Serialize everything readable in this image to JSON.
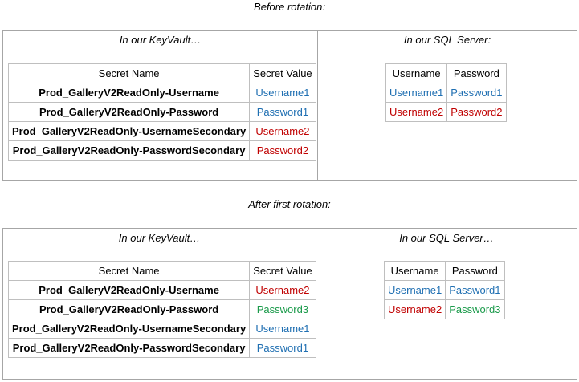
{
  "colors": {
    "blue": "#1f6fb2",
    "red": "#c00000",
    "green": "#1a9a4a"
  },
  "sections": [
    {
      "heading": "Before rotation:",
      "keyvault": {
        "caption": "In our KeyVault…",
        "headers": [
          "Secret Name",
          "Secret Value"
        ],
        "rows": [
          {
            "name": "Prod_GalleryV2ReadOnly-Username",
            "value": "Username1",
            "color": "blue"
          },
          {
            "name": "Prod_GalleryV2ReadOnly-Password",
            "value": "Password1",
            "color": "blue"
          },
          {
            "name": "Prod_GalleryV2ReadOnly-UsernameSecondary",
            "value": "Username2",
            "color": "red"
          },
          {
            "name": "Prod_GalleryV2ReadOnly-PasswordSecondary",
            "value": "Password2",
            "color": "red"
          }
        ]
      },
      "sql": {
        "caption": "In our SQL Server:",
        "headers": [
          "Username",
          "Password"
        ],
        "rows": [
          {
            "user": "Username1",
            "user_color": "blue",
            "pass": "Password1",
            "pass_color": "blue"
          },
          {
            "user": "Username2",
            "user_color": "red",
            "pass": "Password2",
            "pass_color": "red"
          }
        ]
      }
    },
    {
      "heading": "After first rotation:",
      "keyvault": {
        "caption": "In our KeyVault…",
        "headers": [
          "Secret Name",
          "Secret Value"
        ],
        "rows": [
          {
            "name": "Prod_GalleryV2ReadOnly-Username",
            "value": "Username2",
            "color": "red"
          },
          {
            "name": "Prod_GalleryV2ReadOnly-Password",
            "value": "Password3",
            "color": "green"
          },
          {
            "name": "Prod_GalleryV2ReadOnly-UsernameSecondary",
            "value": "Username1",
            "color": "blue"
          },
          {
            "name": "Prod_GalleryV2ReadOnly-PasswordSecondary",
            "value": "Password1",
            "color": "blue"
          }
        ]
      },
      "sql": {
        "caption": "In our SQL Server…",
        "headers": [
          "Username",
          "Password"
        ],
        "rows": [
          {
            "user": "Username1",
            "user_color": "blue",
            "pass": "Password1",
            "pass_color": "blue"
          },
          {
            "user": "Username2",
            "user_color": "red",
            "pass": "Password3",
            "pass_color": "green"
          }
        ]
      }
    }
  ]
}
